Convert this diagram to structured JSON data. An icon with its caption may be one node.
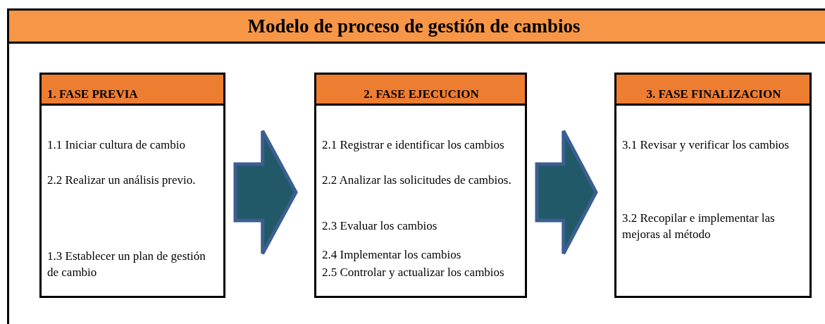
{
  "diagram": {
    "title": "Modelo de proceso de gestión de cambios",
    "nodes": [
      {
        "text": [
          "1. FASE PREVIA",
          "1.1 Iniciar cultura de cambio",
          "2.2 Realizar un análisis previo.",
          "1.3 Establecer un plan de gestión de cambio"
        ]
      },
      {
        "text": [
          "2. FASE EJECUCION",
          "2.1 Registrar e identificar los cambios",
          "2.2 Analizar las solicitudes de cambios.",
          "2.3 Evaluar los cambios",
          "2.4 Implementar los cambios",
          "2.5 Controlar y actualizar los cambios"
        ]
      },
      {
        "text": [
          "3. FASE FINALIZACION",
          "3.1 Revisar y verificar los cambios",
          "3.2 Recopilar e implementar las mejoras al método"
        ]
      }
    ],
    "edges": [
      {
        "from": 0,
        "to": 1,
        "arrow": "to"
      },
      {
        "from": 1,
        "to": 2,
        "arrow": "to"
      }
    ]
  }
}
